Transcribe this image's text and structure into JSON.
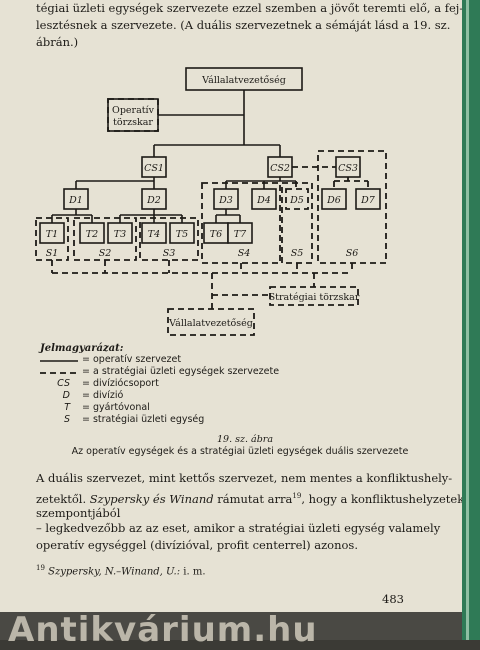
{
  "top_text": [
    "tégiai üzleti egységek szervezete ezzel szemben a jövőt teremti elő, a fej-",
    "lesztésnek a szervezete. (A duális szervezetnek a sémáját lásd a 19. sz.",
    "ábrán.)"
  ],
  "diagram": {
    "top_box": "Vállalatvezetőség",
    "operativ_torzskar": [
      "Operatív",
      "törzskar"
    ],
    "cs": [
      "CS1",
      "CS2",
      "CS3"
    ],
    "d": [
      "D1",
      "D2",
      "D3",
      "D4",
      "D5",
      "D6",
      "D7"
    ],
    "t": [
      "T1",
      "T2",
      "T3",
      "T4",
      "T5",
      "T6",
      "T7"
    ],
    "s": [
      "S1",
      "S2",
      "S3",
      "S4",
      "S5",
      "S6"
    ],
    "strategiai_torzskar": "Stratégiai törzskar",
    "bottom_box": "Vállalatvezetőség"
  },
  "legend": {
    "title": "Jelmagyarázat:",
    "items": [
      {
        "key": "",
        "text": "= operatív szervezet"
      },
      {
        "key": "",
        "text": "= a stratégiai üzleti egységek szervezete"
      },
      {
        "key": "CS",
        "text": "= divíziócsoport"
      },
      {
        "key": "D",
        "text": "= divízió"
      },
      {
        "key": "T",
        "text": "= gyártóvonal"
      },
      {
        "key": "S",
        "text": "= stratégiai üzleti egység"
      }
    ]
  },
  "caption": {
    "number": "19. sz. ábra",
    "text": "Az operatív egységek és a stratégiai üzleti egységek duális szervezete"
  },
  "body_text": {
    "line1": "A duális szervezet, mint kettős szervezet, nem mentes a konfliktushely-",
    "line2_a": "zetektől. ",
    "line2_italic": "Szypersky és Winand",
    "line2_b": " rámutat arra",
    "line2_sup": "19",
    "line2_c": ", hogy a konfliktushelyzetek",
    "line3": "szempontjából",
    "line4": "– legkedvezőbb az az eset, amikor a stratégiai üzleti egység valamely",
    "line5": "operatív egységgel (divízióval, profit centerrel) azonos."
  },
  "footnote": {
    "num": "19",
    "authors": "Szypersky, N.–Winand, U.:",
    "rest": " i. m."
  },
  "page_number": "483",
  "watermark": "Antikvárium.hu"
}
